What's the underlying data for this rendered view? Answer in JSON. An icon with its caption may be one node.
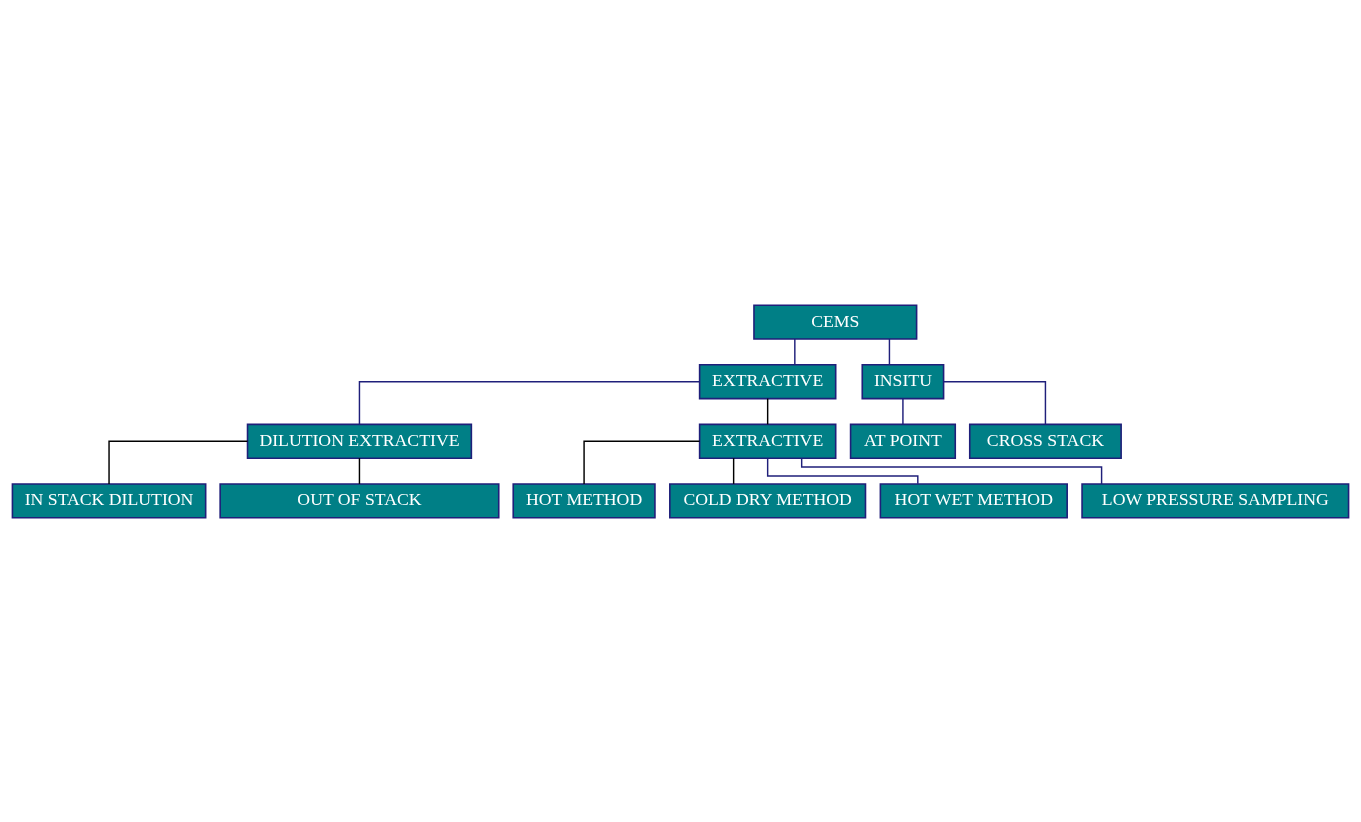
{
  "diagram": {
    "nodes": [
      {
        "text": [
          "CEMS"
        ]
      },
      {
        "text": [
          "EXTRACTIVE"
        ]
      },
      {
        "text": [
          "INSITU"
        ]
      },
      {
        "text": [
          "DILUTION EXTRACTIVE"
        ]
      },
      {
        "text": [
          "EXTRACTIVE"
        ]
      },
      {
        "text": [
          "AT POINT"
        ]
      },
      {
        "text": [
          "CROSS STACK"
        ]
      },
      {
        "text": [
          "HOT METHOD"
        ]
      },
      {
        "text": [
          "COLD DRY METHOD"
        ]
      },
      {
        "text": [
          "HOT WET METHOD"
        ]
      },
      {
        "text": [
          "LOW PRESSURE SAMPLING"
        ]
      },
      {
        "text": [
          "IN STACK DILUTION"
        ]
      },
      {
        "text": [
          "OUT OF STACK"
        ]
      }
    ],
    "edges": [
      {
        "from": 0,
        "to": 1,
        "arrow": "none"
      },
      {
        "from": 0,
        "to": 2,
        "arrow": "none"
      },
      {
        "from": 1,
        "to": 3,
        "arrow": "none"
      },
      {
        "from": 1,
        "to": 4,
        "arrow": "none",
        "color": "#000000"
      },
      {
        "from": 2,
        "to": 5,
        "arrow": "none"
      },
      {
        "from": 2,
        "to": 6,
        "arrow": "none"
      },
      {
        "from": 4,
        "to": 7,
        "arrow": "none",
        "color": "#000000"
      },
      {
        "from": 4,
        "to": 8,
        "arrow": "none",
        "color": "#000000"
      },
      {
        "from": 4,
        "to": 9,
        "arrow": "none"
      },
      {
        "from": 4,
        "to": 10,
        "arrow": "none"
      },
      {
        "from": 3,
        "to": 11,
        "arrow": "none",
        "color": "#000000"
      },
      {
        "from": 3,
        "to": 12,
        "arrow": "none",
        "color": "#000000"
      }
    ]
  }
}
